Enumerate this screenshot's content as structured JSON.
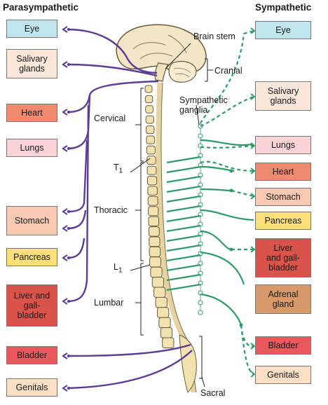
{
  "headers": {
    "left": "Parasympathetic",
    "right": "Sympathetic"
  },
  "parasympathetic_organs": [
    {
      "id": "eye",
      "label": "Eye",
      "color": "#bfe6ee"
    },
    {
      "id": "salivary",
      "label": "Salivary\nglands",
      "color": "#fbe6da"
    },
    {
      "id": "heart",
      "label": "Heart",
      "color": "#f08a6e"
    },
    {
      "id": "lungs",
      "label": "Lungs",
      "color": "#f9d3d6"
    },
    {
      "id": "stomach",
      "label": "Stomach",
      "color": "#f9c9b2"
    },
    {
      "id": "pancreas",
      "label": "Pancreas",
      "color": "#fbe077"
    },
    {
      "id": "liver",
      "label": "Liver and\ngall-\nbladder",
      "color": "#d9534a"
    },
    {
      "id": "bladder",
      "label": "Bladder",
      "color": "#e9585c"
    },
    {
      "id": "genitals",
      "label": "Genitals",
      "color": "#fbe0c6"
    }
  ],
  "sympathetic_organs": [
    {
      "id": "eye",
      "label": "Eye",
      "color": "#bfe6ee"
    },
    {
      "id": "salivary",
      "label": "Salivary\nglands",
      "color": "#fbe6da"
    },
    {
      "id": "lungs",
      "label": "Lungs",
      "color": "#f9d3d6"
    },
    {
      "id": "heart",
      "label": "Heart",
      "color": "#f08a6e"
    },
    {
      "id": "stomach",
      "label": "Stomach",
      "color": "#f9c9b2"
    },
    {
      "id": "pancreas",
      "label": "Pancreas",
      "color": "#fbe077"
    },
    {
      "id": "liver",
      "label": "Liver\nand gall-\nbladder",
      "color": "#d9534a"
    },
    {
      "id": "adrenal",
      "label": "Adrenal\ngland",
      "color": "#d89a6a"
    },
    {
      "id": "bladder",
      "label": "Bladder",
      "color": "#e9585c"
    },
    {
      "id": "genitals",
      "label": "Genitals",
      "color": "#fbe0c6"
    }
  ],
  "region_labels": {
    "brain_stem": "Brain stem",
    "cranial": "Cranial",
    "sympathetic_ganglia": "Sympathetic\nganglia",
    "cervical": "Cervical",
    "t1": "T",
    "t1_sub": "1",
    "thoracic": "Thoracic",
    "l1": "L",
    "l1_sub": "1",
    "lumbar": "Lumbar",
    "sacral": "Sacral"
  },
  "colors": {
    "parasympathetic_nerve": "#5b3d96",
    "sympathetic_nerve": "#2e9a6a",
    "bone": "#f2e2b0",
    "brain": "#f3e6c6"
  }
}
